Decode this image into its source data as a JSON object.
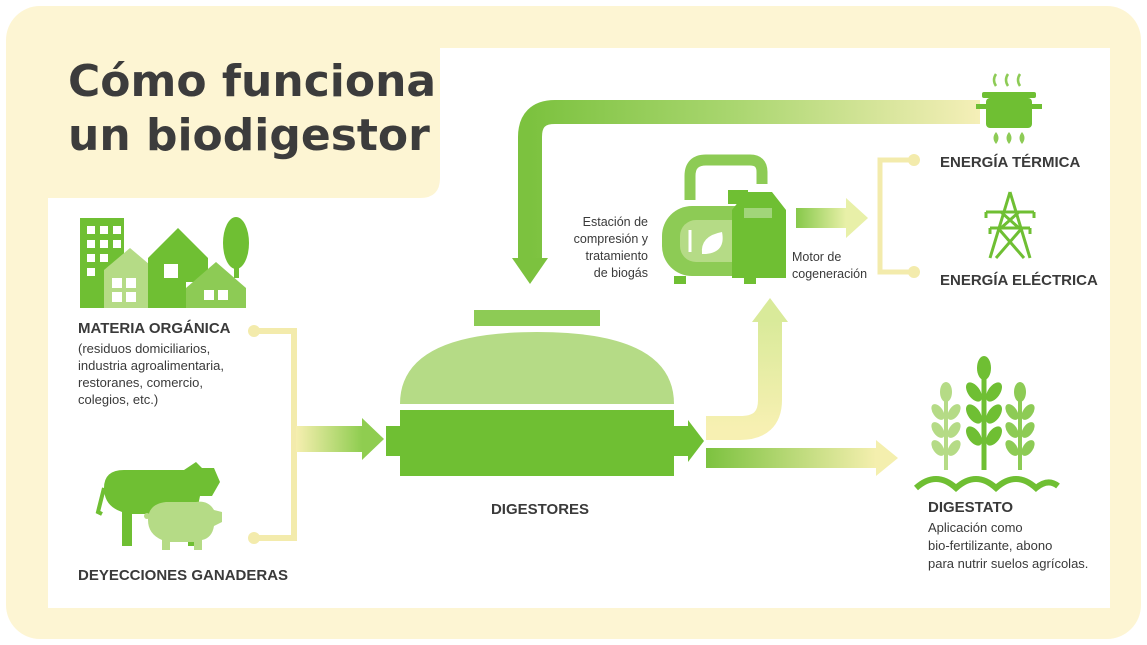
{
  "title": {
    "line1": "Cómo funciona",
    "line2": "un biodigestor"
  },
  "materia": {
    "heading": "MATERIA ORGÁNICA",
    "lines": [
      "(residuos domiciliarios,",
      "industria agroalimentaria,",
      "restoranes, comercio,",
      "colegios, etc.)"
    ]
  },
  "deyecciones": {
    "heading": "DEYECCIONES GANADERAS"
  },
  "digestores": {
    "label": "DIGESTORES"
  },
  "estacion": {
    "lines": [
      "Estación de",
      "compresión y",
      "tratamiento",
      "de biogás"
    ]
  },
  "motor": {
    "lines": [
      "Motor de",
      "cogeneración"
    ]
  },
  "termica": {
    "label": "ENERGÍA TÉRMICA"
  },
  "electrica": {
    "label": "ENERGÍA ELÉCTRICA"
  },
  "digestato": {
    "heading": "DIGESTATO",
    "lines": [
      "Aplicación como",
      "bio-fertilizante, abono",
      "para nutrir suelos agrícolas."
    ]
  },
  "colors": {
    "background": "#fdf5d3",
    "panel": "#ffffff",
    "green_dark": "#6fbf33",
    "green_mid": "#8dcb55",
    "green_light": "#b5db86",
    "yellow_soft": "#f7f0b2",
    "text": "#3a3a3a"
  },
  "icons": [
    "buildings-icon",
    "house-icon",
    "tree-icon",
    "cow-icon",
    "pig-icon",
    "digester-tank-icon",
    "biogas-station-icon",
    "cogeneration-motor-icon",
    "cooking-pot-icon",
    "electric-tower-icon",
    "crops-icon"
  ]
}
